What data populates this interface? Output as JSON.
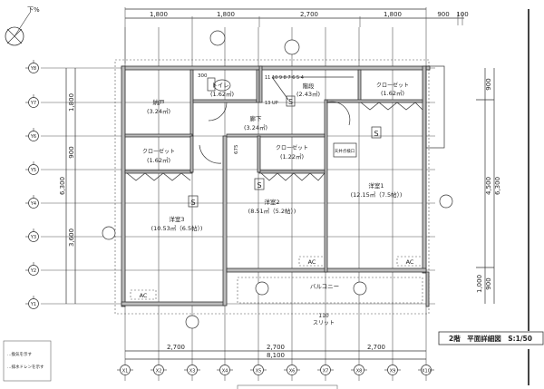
{
  "drawing_title": "2階　平面詳細図　S:1/50",
  "north_mark": "下%",
  "top_dims": [
    "1,800",
    "1,800",
    "2,700",
    "1,800",
    "900",
    "100"
  ],
  "bottom_dims": [
    "2,700",
    "2,700",
    "2,700"
  ],
  "bottom_total": "8,100",
  "left_dims": {
    "d1": "1,800",
    "d2": "900",
    "d3": "3,600",
    "total": "6,300"
  },
  "right_dims": {
    "d1": "900",
    "d2": "4,500",
    "d3": "6,300",
    "d4": "1,000",
    "d5": "900"
  },
  "x_axes": [
    "X1",
    "X2",
    "X3",
    "X4",
    "X5",
    "X6",
    "X7",
    "X8",
    "X9",
    "X10"
  ],
  "y_axes": [
    "Y8",
    "Y7",
    "Y6",
    "Y5",
    "Y4",
    "Y3",
    "Y2",
    "Y1"
  ],
  "rooms": {
    "nando": {
      "name": "納戸",
      "area": "(3.24㎡)"
    },
    "toilet": {
      "name": "トイレ",
      "area": "(1.62㎡)"
    },
    "stairs": {
      "name": "階段",
      "area": "(2.43㎡)"
    },
    "closet_tr": {
      "name": "クローゼット",
      "area": "(1.62㎡)"
    },
    "hall": {
      "name": "廊下",
      "area": "(3.24㎡)"
    },
    "closet_l": {
      "name": "クローゼット",
      "area": "(1.62㎡)"
    },
    "closet_m": {
      "name": "クローゼット",
      "area": "(1.22㎡)"
    },
    "room1": {
      "name": "洋室1",
      "area": "(12.15㎡（7.5帖）)"
    },
    "room2": {
      "name": "洋室2",
      "area": "(8.51㎡（5.2帖）)"
    },
    "room3": {
      "name": "洋室3",
      "area": "(10.53㎡（6.5帖）)"
    },
    "balcony": {
      "name": "バルコニー"
    }
  },
  "misc": {
    "dim_300": "300",
    "dim_675": "675",
    "stair_steps": "11  10  9  8  7  6  5  4",
    "stair_13": "13  UP",
    "s_mark": "S",
    "ac": "AC",
    "slit_num": "110",
    "slit": "スリット",
    "hatch": "天井点検口"
  },
  "legend": [
    "…換気を示す",
    "…排水ドレンを示す"
  ]
}
